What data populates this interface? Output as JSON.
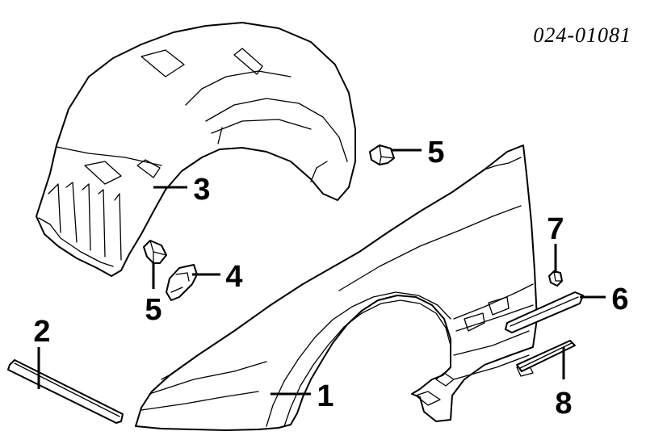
{
  "reference_code": "024-01081",
  "callouts": {
    "p1": "1",
    "p2": "2",
    "p3": "3",
    "p4": "4",
    "p5_upper": "5",
    "p5_lower": "5",
    "p6": "6",
    "p7": "7",
    "p8": "8"
  }
}
